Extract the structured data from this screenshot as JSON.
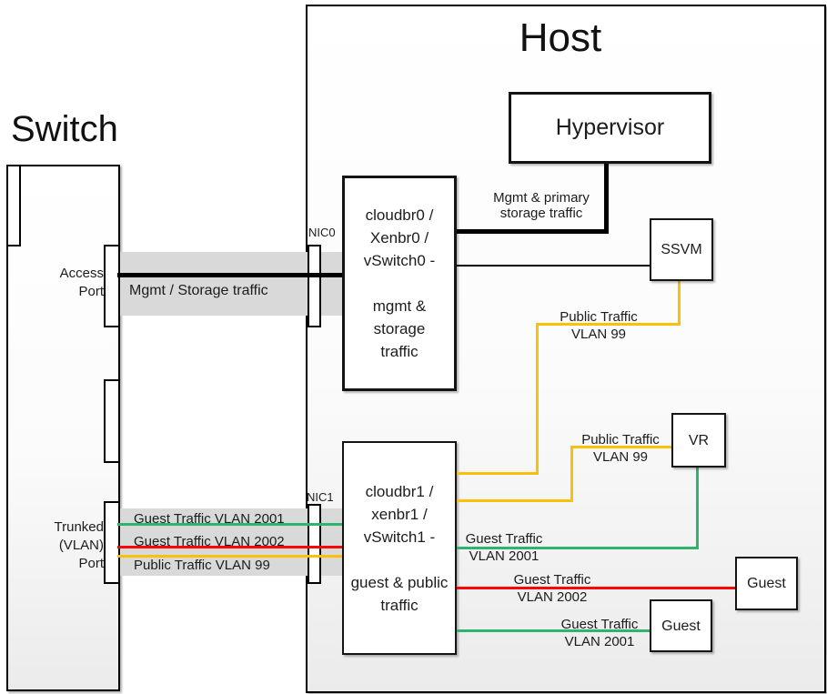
{
  "colors": {
    "mgmt_storage_line": "#000000",
    "public_vlan99_line": "#fdc008",
    "guest_vlan2001_line": "#2eb46e",
    "guest_vlan2002_line": "#f90606",
    "port_band": "#d9d9d9"
  },
  "switch": {
    "title": "Switch",
    "access_port_label": "Access\nPort",
    "trunk_port_label": "Trunked\n(VLAN)\nPort"
  },
  "host": {
    "title": "Host",
    "nodes": {
      "hypervisor": "Hypervisor",
      "bridge0": "cloudbr0 /\nXenbr0 /\nvSwitch0 -\n\nmgmt &\nstorage\ntraffic",
      "bridge1": "cloudbr1 /\nxenbr1 /\nvSwitch1 -\n\nguest & public\ntraffic",
      "ssvm": "SSVM",
      "vr": "VR",
      "guest_a": "Guest",
      "guest_b": "Guest"
    },
    "nics": {
      "nic0": "NIC0",
      "nic1": "NIC1"
    }
  },
  "links": {
    "mgmt_storage_switch": "Mgmt / Storage traffic",
    "mgmt_primary": "Mgmt & primary\nstorage traffic",
    "guest2001_trunk": "Guest Traffic VLAN 2001",
    "guest2002_trunk": "Guest Traffic VLAN 2002",
    "public99_trunk": "Public Traffic VLAN 99",
    "public99_ssvm": "Public Traffic\nVLAN 99",
    "public99_vr": "Public Traffic\nVLAN 99",
    "guest2001_vr": "Guest Traffic\nVLAN 2001",
    "guest2002_guest": "Guest Traffic\nVLAN 2002",
    "guest2001_guest": "Guest Traffic\nVLAN 2001"
  }
}
